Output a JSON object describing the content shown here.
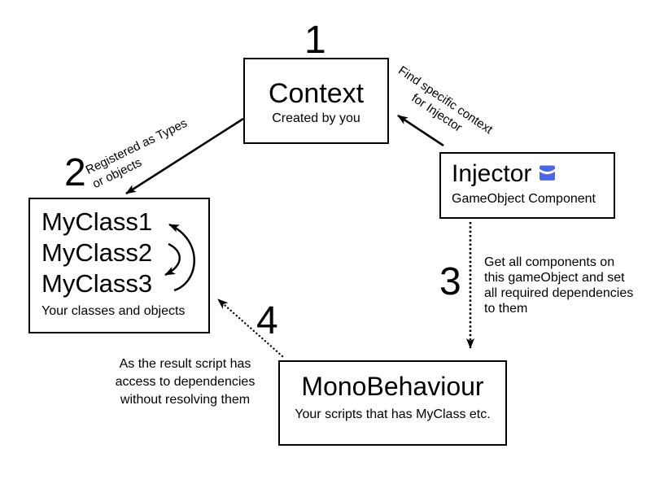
{
  "colors": {
    "ink": "#000000",
    "background": "#ffffff",
    "icon_blue": "#4a67e3"
  },
  "steps": {
    "step1": "1",
    "step2": "2",
    "step3": "3",
    "step4": "4"
  },
  "boxes": {
    "context": {
      "title": "Context",
      "subtitle": "Created by you"
    },
    "injector": {
      "title": "Injector",
      "subtitle": "GameObject Component",
      "icon": "layers-stack-icon"
    },
    "myclass": {
      "class1": "MyClass1",
      "class2": "MyClass2",
      "class3": "MyClass3",
      "subtitle": "Your classes and objects"
    },
    "monobehaviour": {
      "title": "MonoBehaviour",
      "subtitle": "Your scripts that has MyClass etc."
    }
  },
  "edge_labels": {
    "context_to_myclass": "Registered as Types\nor objects",
    "injector_to_context": "Find specific context\nfor Injector",
    "injector_to_monobehaviour": "Get all components on\nthis gameObject and set\nall required dependencies\nto them",
    "monobehaviour_to_myclass": "As the result script has\naccess to dependencies\nwithout resolving them"
  }
}
